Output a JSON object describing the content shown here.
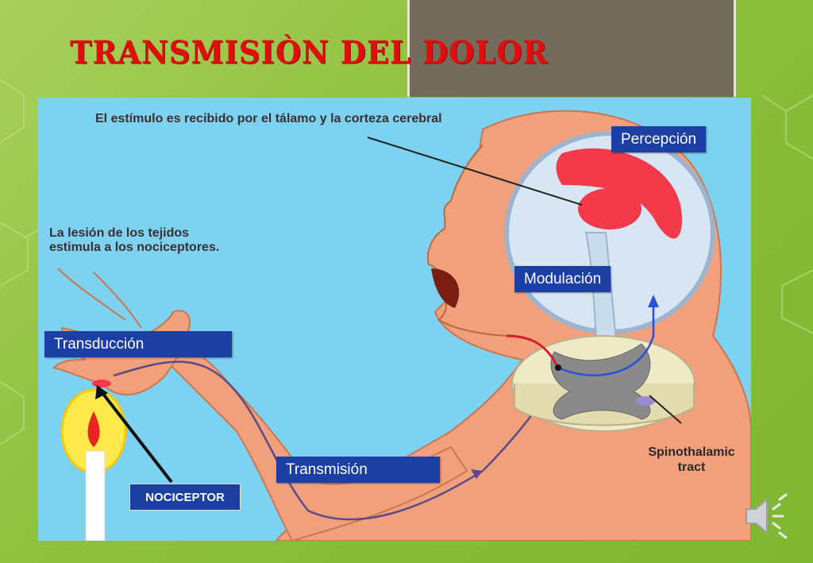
{
  "slide": {
    "title": "TRANSMISIÒN DEL DOLOR"
  },
  "illustration": {
    "caption_top": "El estímulo es recibido por el tálamo y la corteza cerebral",
    "caption_left_line1": "La lesión de los tejidos",
    "caption_left_line2": "estimula a los nociceptores.",
    "labels": {
      "perception": "Percepción",
      "modulation": "Modulación",
      "transduction": "Transducción",
      "transmission": "Transmisión",
      "tract_line1": "Spinothalamic",
      "tract_line2": "tract",
      "nociceptor": "NOCICEPTOR"
    }
  },
  "icons": {
    "audio": "speaker-icon"
  },
  "colors": {
    "title": "#e10e0e",
    "label_box": "#1c3fa3",
    "illustration_bg": "#7dd1f1"
  }
}
